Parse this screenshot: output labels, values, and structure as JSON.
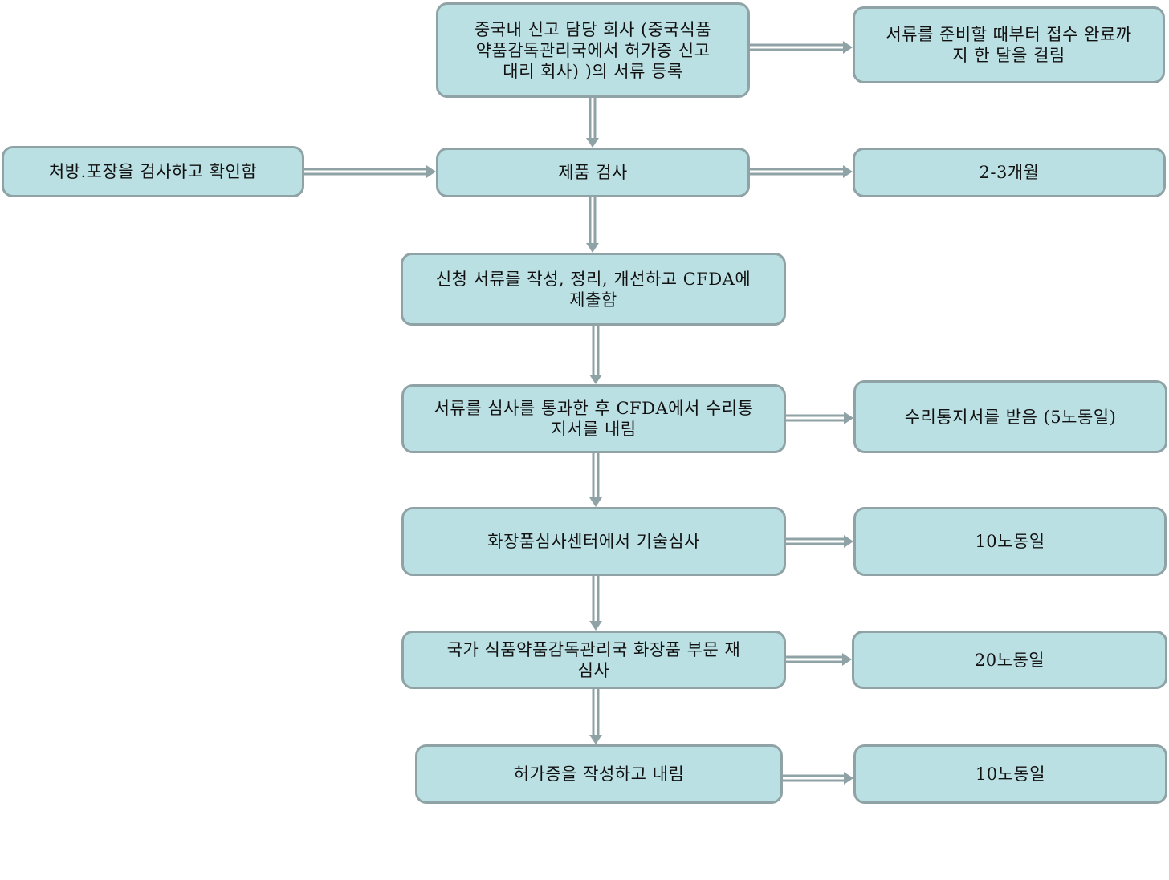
{
  "diagram": {
    "title": "",
    "colors": {
      "box_fill": "#bbe0e3",
      "box_border": "#8fa3a6",
      "connector": "#8fa3a6",
      "text": "#111111"
    },
    "nodes": {
      "register": "중국내 신고 담당 회사 (중국식품\n약품감독관리국에서 허가증 신고\n대리 회사) )의 서류 등록",
      "register_note": "서류를 준비할 때부터 접수 완료까\n지 한 달을 걸림",
      "inspect_input": "처방.포장을  검사하고 확인함",
      "product_inspection": "제품 검사",
      "inspection_time": "2-3개월",
      "submit": "신청 서류를 작성, 정리, 개선하고  CFDA에\n제출함",
      "acceptance": "서류를 심사를 통과한 후 CFDA에서  수리통\n지서를 내림",
      "acceptance_time": "수리통지서를 받음  (5노동일)",
      "technical_review": "화장품심사센터에서 기술심사",
      "technical_review_time": "10노동일",
      "re_review": "국가 식품약품감독관리국 화장품 부문  재\n심사",
      "re_review_time": "20노동일",
      "issue": "허가증을 작성하고 내림",
      "issue_time": "10노동일"
    }
  }
}
